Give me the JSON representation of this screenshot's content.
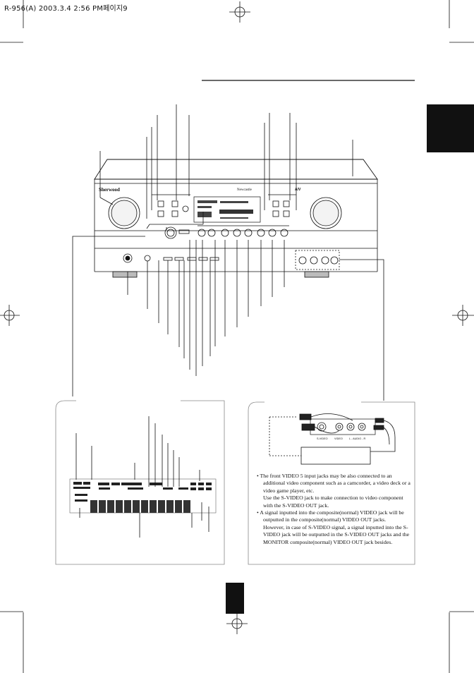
{
  "header": {
    "print_mark": "R-956(A) 2003.3.4 2:56 PM페이지9"
  },
  "receiver": {
    "brand_logo": "Sherwood",
    "tuner_label": "Newcastle",
    "badge": "A/V"
  },
  "video_panel": {
    "svideo_icon": "svideo-jack-icon",
    "jack_labels": [
      "S-VIDEO",
      "VIDEO",
      "L - AUDIO - R"
    ]
  },
  "notes": [
    {
      "bullet": "•",
      "text": "The front VIDEO 5 input jacks may be also connected to an additional video component such as a camcorder, a video deck or a video game player, etc."
    },
    {
      "bullet": "",
      "text": "Use the S-VIDEO jack to make connection to video component with the S-VIDEO OUT jack."
    },
    {
      "bullet": "•",
      "text": "A signal inputted into the composite(normal) VIDEO jack will be outputted in the composite(normal) VIDEO OUT jacks."
    },
    {
      "bullet": "",
      "text": "However, in case of S-VIDEO signal, a signal inputted into the S-VIDEO jack will be outputted in the S-VIDEO OUT jacks and the MONITOR composite(normal) VIDEO OUT jack besides."
    }
  ]
}
